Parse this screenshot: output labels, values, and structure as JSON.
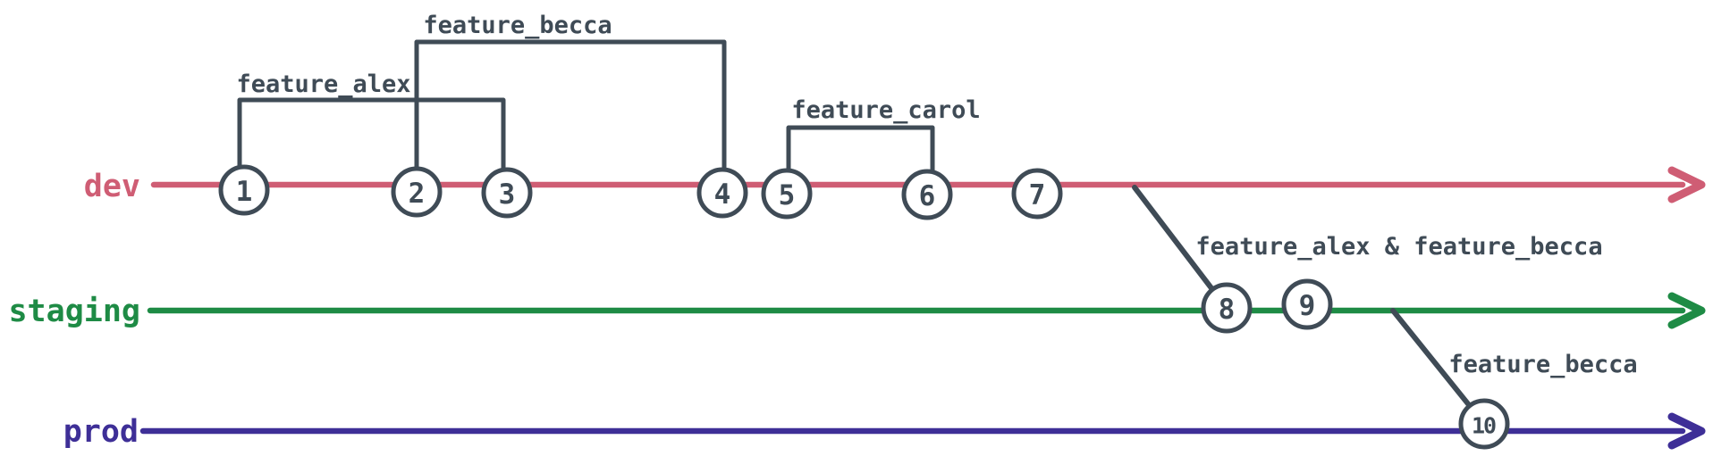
{
  "diagram": {
    "type": "git-branch-timeline",
    "colors": {
      "dev": "#cf5d74",
      "staging": "#1e8b45",
      "prod": "#3e2f97",
      "ink": "#3f4b56",
      "background": "#ffffff"
    },
    "branches": [
      {
        "label": "dev",
        "color": "#cf5d74"
      },
      {
        "label": "staging",
        "color": "#1e8b45"
      },
      {
        "label": "prod",
        "color": "#3e2f97"
      }
    ],
    "commits": [
      {
        "label": "1",
        "branch": "dev"
      },
      {
        "label": "2",
        "branch": "dev"
      },
      {
        "label": "3",
        "branch": "dev"
      },
      {
        "label": "4",
        "branch": "dev"
      },
      {
        "label": "5",
        "branch": "dev"
      },
      {
        "label": "6",
        "branch": "dev"
      },
      {
        "label": "7",
        "branch": "dev"
      },
      {
        "label": "8",
        "branch": "staging"
      },
      {
        "label": "9",
        "branch": "staging"
      },
      {
        "label": "10",
        "branch": "prod"
      }
    ],
    "feature_brackets": [
      {
        "label": "feature_alex",
        "from_commit": "1",
        "to_commit": "3"
      },
      {
        "label": "feature_becca",
        "from_commit": "2",
        "to_commit": "4"
      },
      {
        "label": "feature_carol",
        "from_commit": "5",
        "to_commit": "6"
      }
    ],
    "merges": [
      {
        "label": "feature_alex & feature_becca",
        "from_branch": "dev",
        "to_branch": "staging",
        "at_commit": "8"
      },
      {
        "label": "feature_becca",
        "from_branch": "staging",
        "to_branch": "prod",
        "at_commit": "10"
      }
    ]
  }
}
